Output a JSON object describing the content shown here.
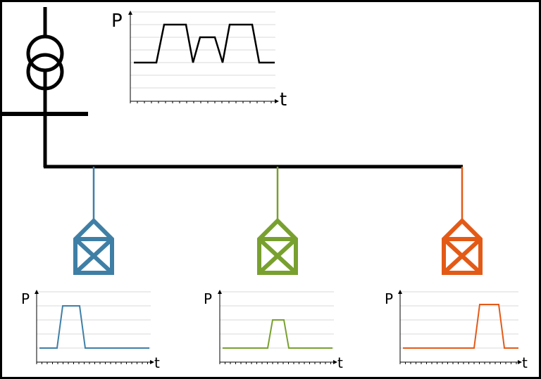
{
  "colors": {
    "main": "#000000",
    "house1": "#3f7fa6",
    "house2": "#78a02f",
    "house3": "#e35a17",
    "grid": "#d9d9d9"
  },
  "main_chart": {
    "y_label": "P",
    "x_label": "t"
  },
  "house_charts": [
    {
      "y_label": "P",
      "x_label": "t"
    },
    {
      "y_label": "P",
      "x_label": "t"
    },
    {
      "y_label": "P",
      "x_label": "t"
    }
  ]
}
